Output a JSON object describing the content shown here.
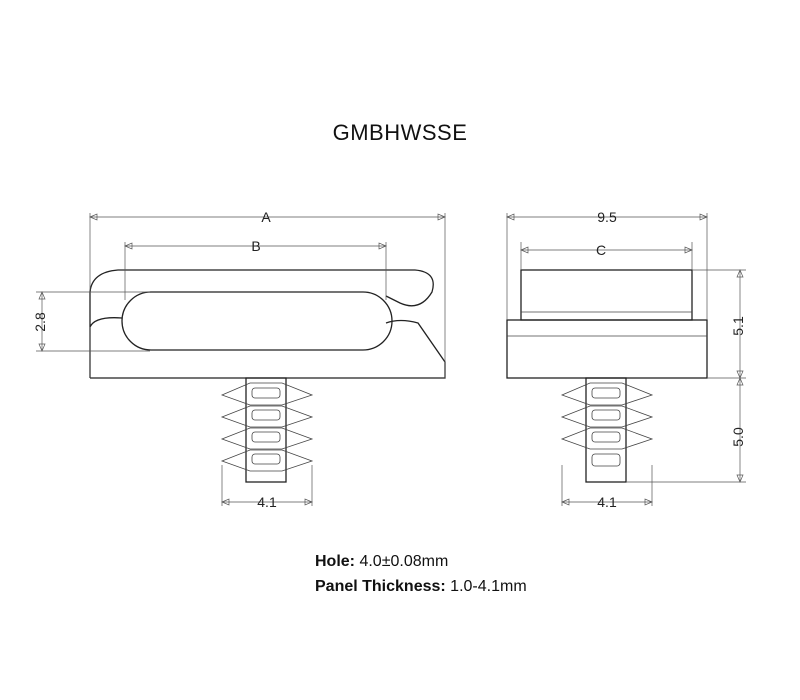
{
  "title": "GMBHWSSE",
  "dimensions": {
    "a": "A",
    "b": "B",
    "c": "C",
    "width": "9.5",
    "height_left": "2.8",
    "height_right_upper": "5.1",
    "height_right_lower": "5.0",
    "stem_left": "4.1",
    "stem_right": "4.1"
  },
  "notes": {
    "hole_label": "Hole:",
    "hole_value": "4.0±0.08mm",
    "panel_label": "Panel Thickness:",
    "panel_value": "1.0-4.1mm"
  }
}
